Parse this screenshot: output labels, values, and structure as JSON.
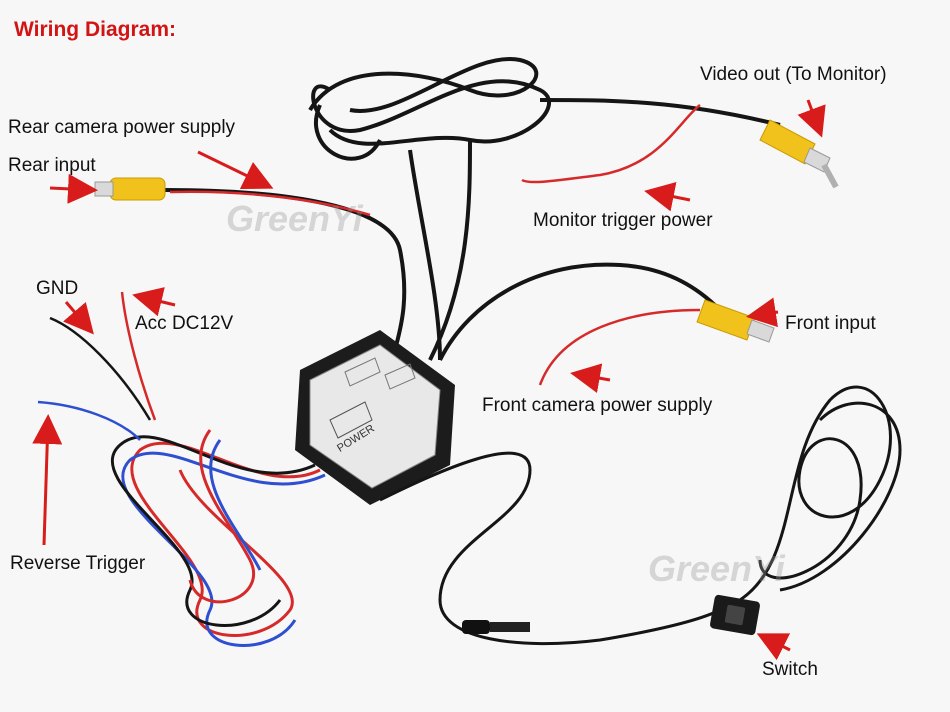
{
  "title": "Wiring Diagram:",
  "labels": {
    "rear_camera_power_supply": "Rear camera power supply",
    "rear_input": "Rear input",
    "video_out": "Video out (To Monitor)",
    "monitor_trigger_power": "Monitor trigger power",
    "gnd": "GND",
    "acc_dc12v": "Acc DC12V",
    "front_input": "Front input",
    "front_camera_power_supply": "Front camera power supply",
    "reverse_trigger": "Reverse Trigger",
    "switch": "Switch"
  },
  "control_box": {
    "power_label": "POWER"
  },
  "watermarks": [
    "GreenYi",
    "GreenYi"
  ],
  "colors": {
    "title": "#d31414",
    "arrow": "#d81c1c",
    "wire_black": "#151515",
    "wire_red": "#d62a2a",
    "wire_blue": "#2d4fd0",
    "rca_yellow": "#f1c21b"
  }
}
